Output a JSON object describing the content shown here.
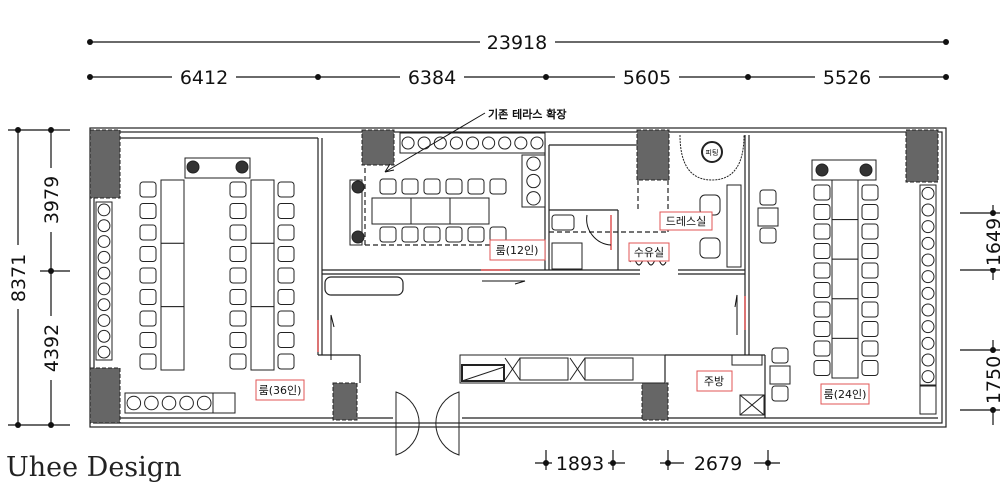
{
  "dimensions": {
    "total_width": "23918",
    "segments": [
      "6412",
      "6384",
      "5605",
      "5526"
    ],
    "total_depth": "8371",
    "depth_segments": [
      "3979",
      "4392"
    ],
    "right_segments": [
      "1649",
      "1750"
    ],
    "bottom_segments": [
      "1893",
      "2679"
    ]
  },
  "rooms": {
    "room36": "룸(36인)",
    "room12": "룸(12인)",
    "room24": "룸(24인)",
    "dressing": "드레스실",
    "nursing": "수유실",
    "kitchen": "주방",
    "fitting": "피팅"
  },
  "annotation": "기존 테라스 확장",
  "brand": "Uhee Design",
  "colors": {
    "pillar": "#666666",
    "label_border": "#e05555",
    "line": "#222222"
  }
}
